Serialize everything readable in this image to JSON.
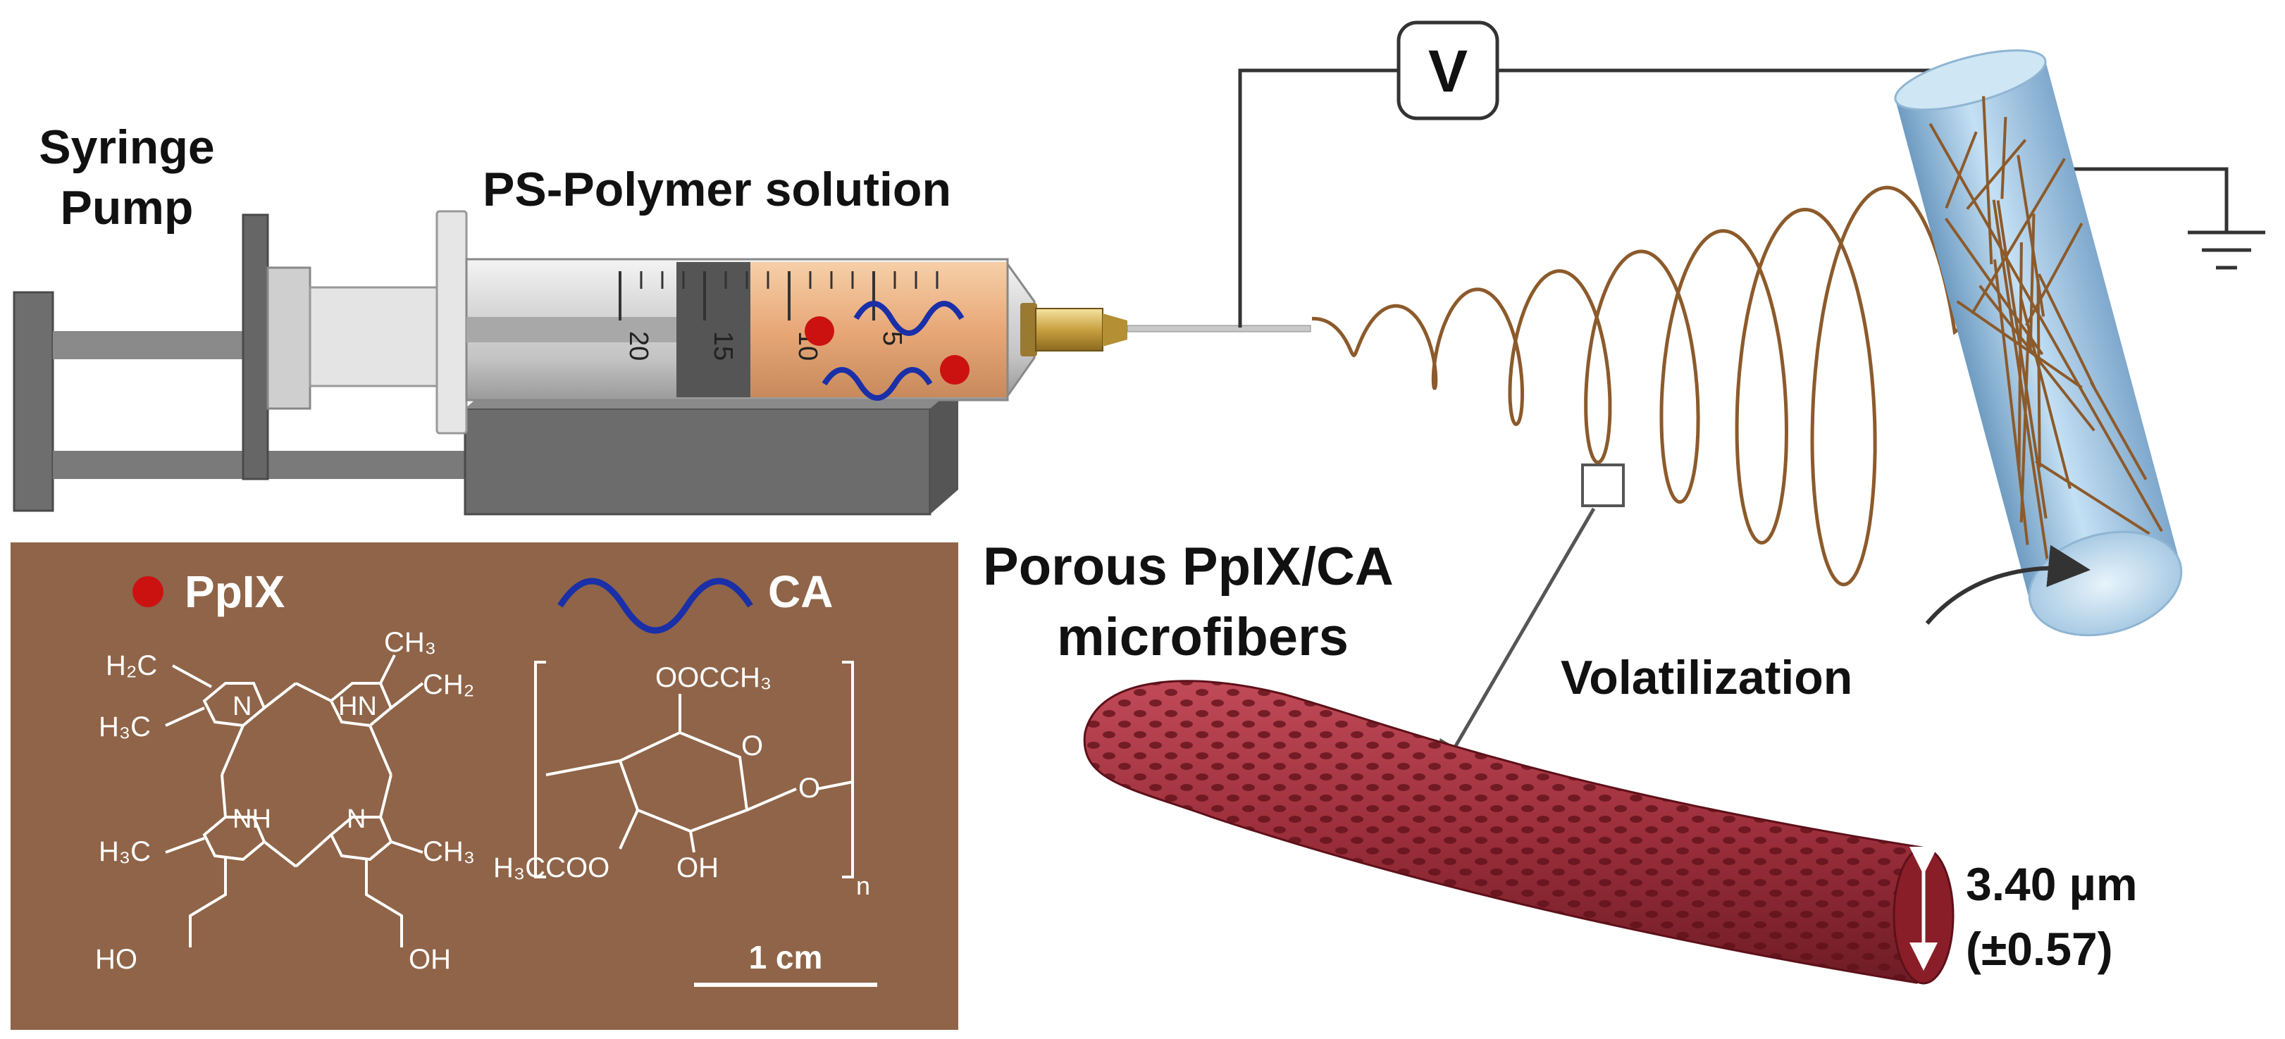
{
  "labels": {
    "syringe_pump_line1": "Syringe",
    "syringe_pump_line2": "Pump",
    "solution": "PS-Polymer solution",
    "voltage": "V",
    "fibers_line1": "Porous PpIX/CA",
    "fibers_line2": "microfibers",
    "volatilization": "Volatilization",
    "diameter_value": "3.40 µm",
    "diameter_error": "(±0.57)"
  },
  "syringe_ticks": [
    "20",
    "15",
    "10",
    "5"
  ],
  "inset": {
    "legend_ppix": "PpIX",
    "legend_ca": "CA",
    "scale_bar": "1 cm",
    "ppix_groups": {
      "vinyl_left": "H₂C",
      "methyl_top": "CH₃",
      "vinyl_right": "CH₂",
      "methyl_left_top": "H₃C",
      "n_top": "N",
      "hn_top": "HN",
      "nh_bottom": "NH",
      "n_bottom": "N",
      "methyl_left_bottom": "H₃C",
      "methyl_right_bottom": "CH₃",
      "acid_left": "HO",
      "acid_right": "OH"
    },
    "ca_groups": {
      "acetyl_top": "OOCCH₃",
      "ring_o": "O",
      "link_o": "O",
      "repeat_n": "n",
      "acetyl_bottom": "H₃CCOO",
      "hydroxyl": "OH"
    }
  },
  "colors": {
    "fiber": "#8c5a2b",
    "ppix_dot": "#cc1111",
    "ca_wave": "#1a2fa8",
    "collector": "#a9cfe8",
    "microfiber": "#9c2f3b",
    "inset_bg": "#8f6448"
  },
  "icons": [
    "voltmeter-icon",
    "ground-icon",
    "rotation-arrow-icon"
  ]
}
